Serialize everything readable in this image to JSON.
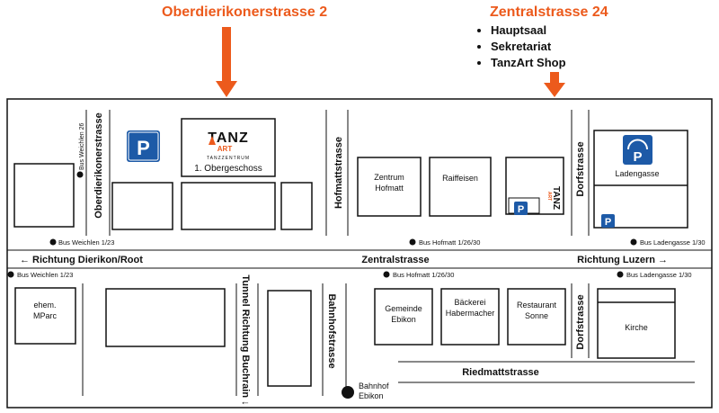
{
  "destinations": {
    "left": {
      "address": "Oberdierikonerstrasse 2"
    },
    "right": {
      "address": "Zentralstrasse 24",
      "items": [
        "Hauptsaal",
        "Sekretariat",
        "TanzArt Shop"
      ]
    }
  },
  "streets": {
    "oberdierikoner": "Oberdierikonerstrasse",
    "hofmatt": "Hofmattstrasse",
    "zentral": "Zentralstrasse",
    "dorf": "Dorfstrasse",
    "bahnhof": "Bahnhofstrasse",
    "riedmatt": "Riedmattstrasse",
    "tunnel": "Tunnel Richtung Buchrain ↓",
    "dierikon_root": "← Richtung Dierikon/Root",
    "luzern": "Richtung Luzern →"
  },
  "bus_stops": {
    "weichlen_26": "Bus Weichlen 26",
    "weichlen_123_n": "Bus Weichlen 1/23",
    "weichlen_123_s": "Bus Weichlen 1/23",
    "hofmatt_n": "Bus Hofmatt 1/26/30",
    "hofmatt_s": "Bus Hofmatt 1/26/30",
    "ladengasse_n": "Bus Ladengasse 1/30",
    "ladengasse_s": "Bus Ladengasse 1/30"
  },
  "buildings": {
    "tanzart_floor": "1. Obergeschoss",
    "zentrum_hofmatt": [
      "Zentrum",
      "Hofmatt"
    ],
    "raiffeisen": "Raiffeisen",
    "ladengasse": "Ladengasse",
    "ehem_mparc": [
      "ehem.",
      "MParc"
    ],
    "gemeinde_ebikon": [
      "Gemeinde",
      "Ebikon"
    ],
    "baeckerei": [
      "Bäckerei",
      "Habermacher"
    ],
    "restaurant": [
      "Restaurant",
      "Sonne"
    ],
    "kirche": "Kirche",
    "bahnhof_ebikon": [
      "Bahnhof",
      "Ebikon"
    ]
  },
  "logo": {
    "main": "TANZ",
    "sub": "ART",
    "tag": "TANZZENTRUM"
  },
  "parking_symbol": "P",
  "colors": {
    "accent": "#ec5a1c",
    "parking": "#1d5aa7",
    "line": "#111111"
  }
}
